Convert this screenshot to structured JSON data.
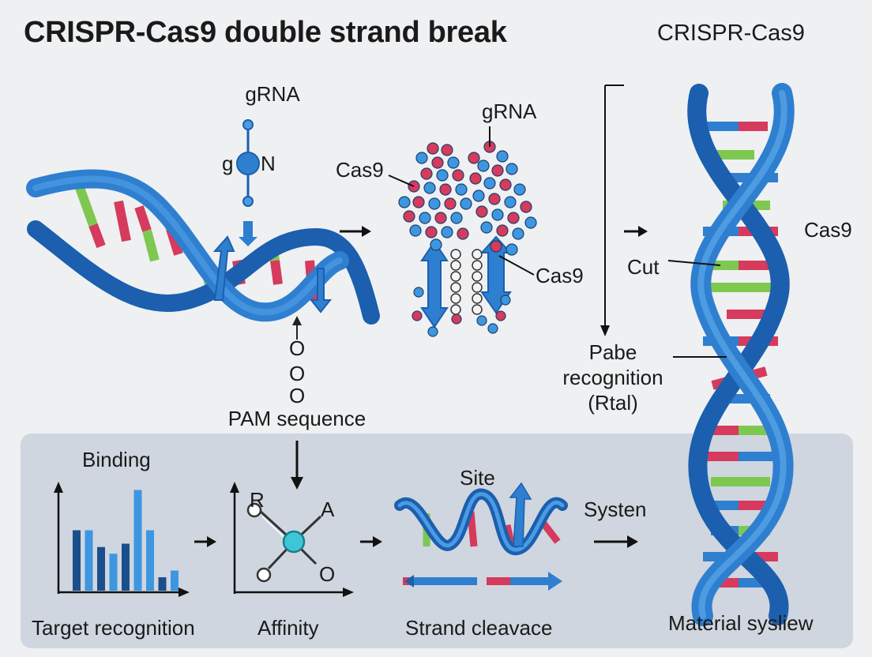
{
  "title": "CRISPR-Cas9 double strand break",
  "right_title": "CRISPR-Cas9",
  "labels": {
    "grna_top": "gRNA",
    "g": "g",
    "n": "N",
    "pam_o1": "O",
    "pam_o2": "O",
    "pam_o3": "O",
    "pam_sequence": "PAM sequence",
    "cas9_left": "Cas9",
    "grna_cluster": "gRNA",
    "cas9_mid": "Cas9",
    "cut": "Cut",
    "cas9_right": "Cas9",
    "recognition": [
      "Pabe",
      "recognition",
      "(Rtal)"
    ]
  },
  "bottom": {
    "binding": "Binding",
    "target_recognition": "Target recognition",
    "affinity_r": "R",
    "affinity_a": "A",
    "affinity_o": "O",
    "affinity": "Affinity",
    "site": "Site",
    "strand_cleavage": "Strand cleavace",
    "system": "Systen",
    "material": "Material sysliew"
  },
  "colors": {
    "helix_blue": "#2f7fd0",
    "helix_dark": "#1b5fae",
    "base_red": "#d63a5c",
    "base_green": "#7ec850",
    "panel_bg": "#cfd6df",
    "node_teal": "#3fc6d6"
  },
  "binding_chart": {
    "type": "bar",
    "values": [
      9,
      9,
      6.5,
      5.5,
      7,
      15,
      9,
      2,
      3
    ],
    "colors": [
      "#1b4f8c",
      "#3d97e0",
      "#1b4f8c",
      "#3d97e0",
      "#1b4f8c",
      "#3d97e0",
      "#3d97e0",
      "#1b4f8c",
      "#3d97e0"
    ]
  }
}
